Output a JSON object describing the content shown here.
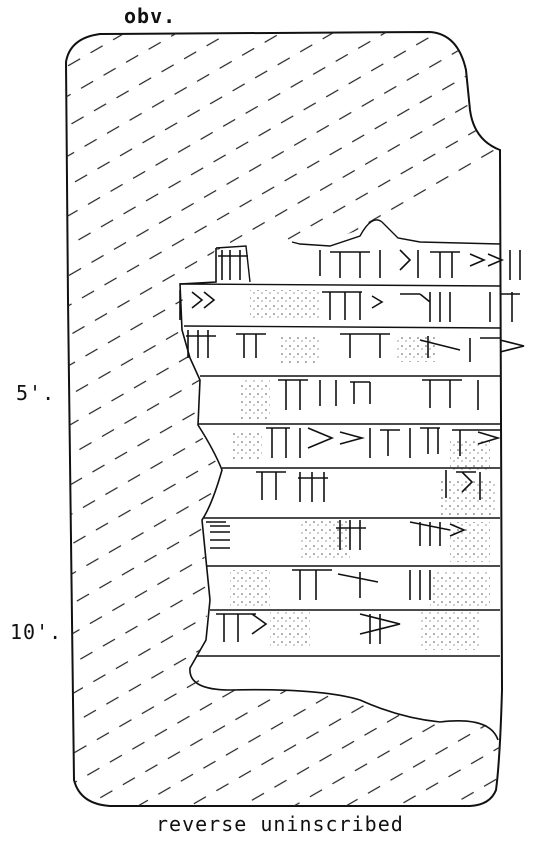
{
  "labels": {
    "obverse": "obv.",
    "line_5": "5'.",
    "line_10": "10'.",
    "reverse_note": "reverse uninscribed"
  },
  "colors": {
    "ink": "#111111",
    "paper": "#ffffff"
  }
}
